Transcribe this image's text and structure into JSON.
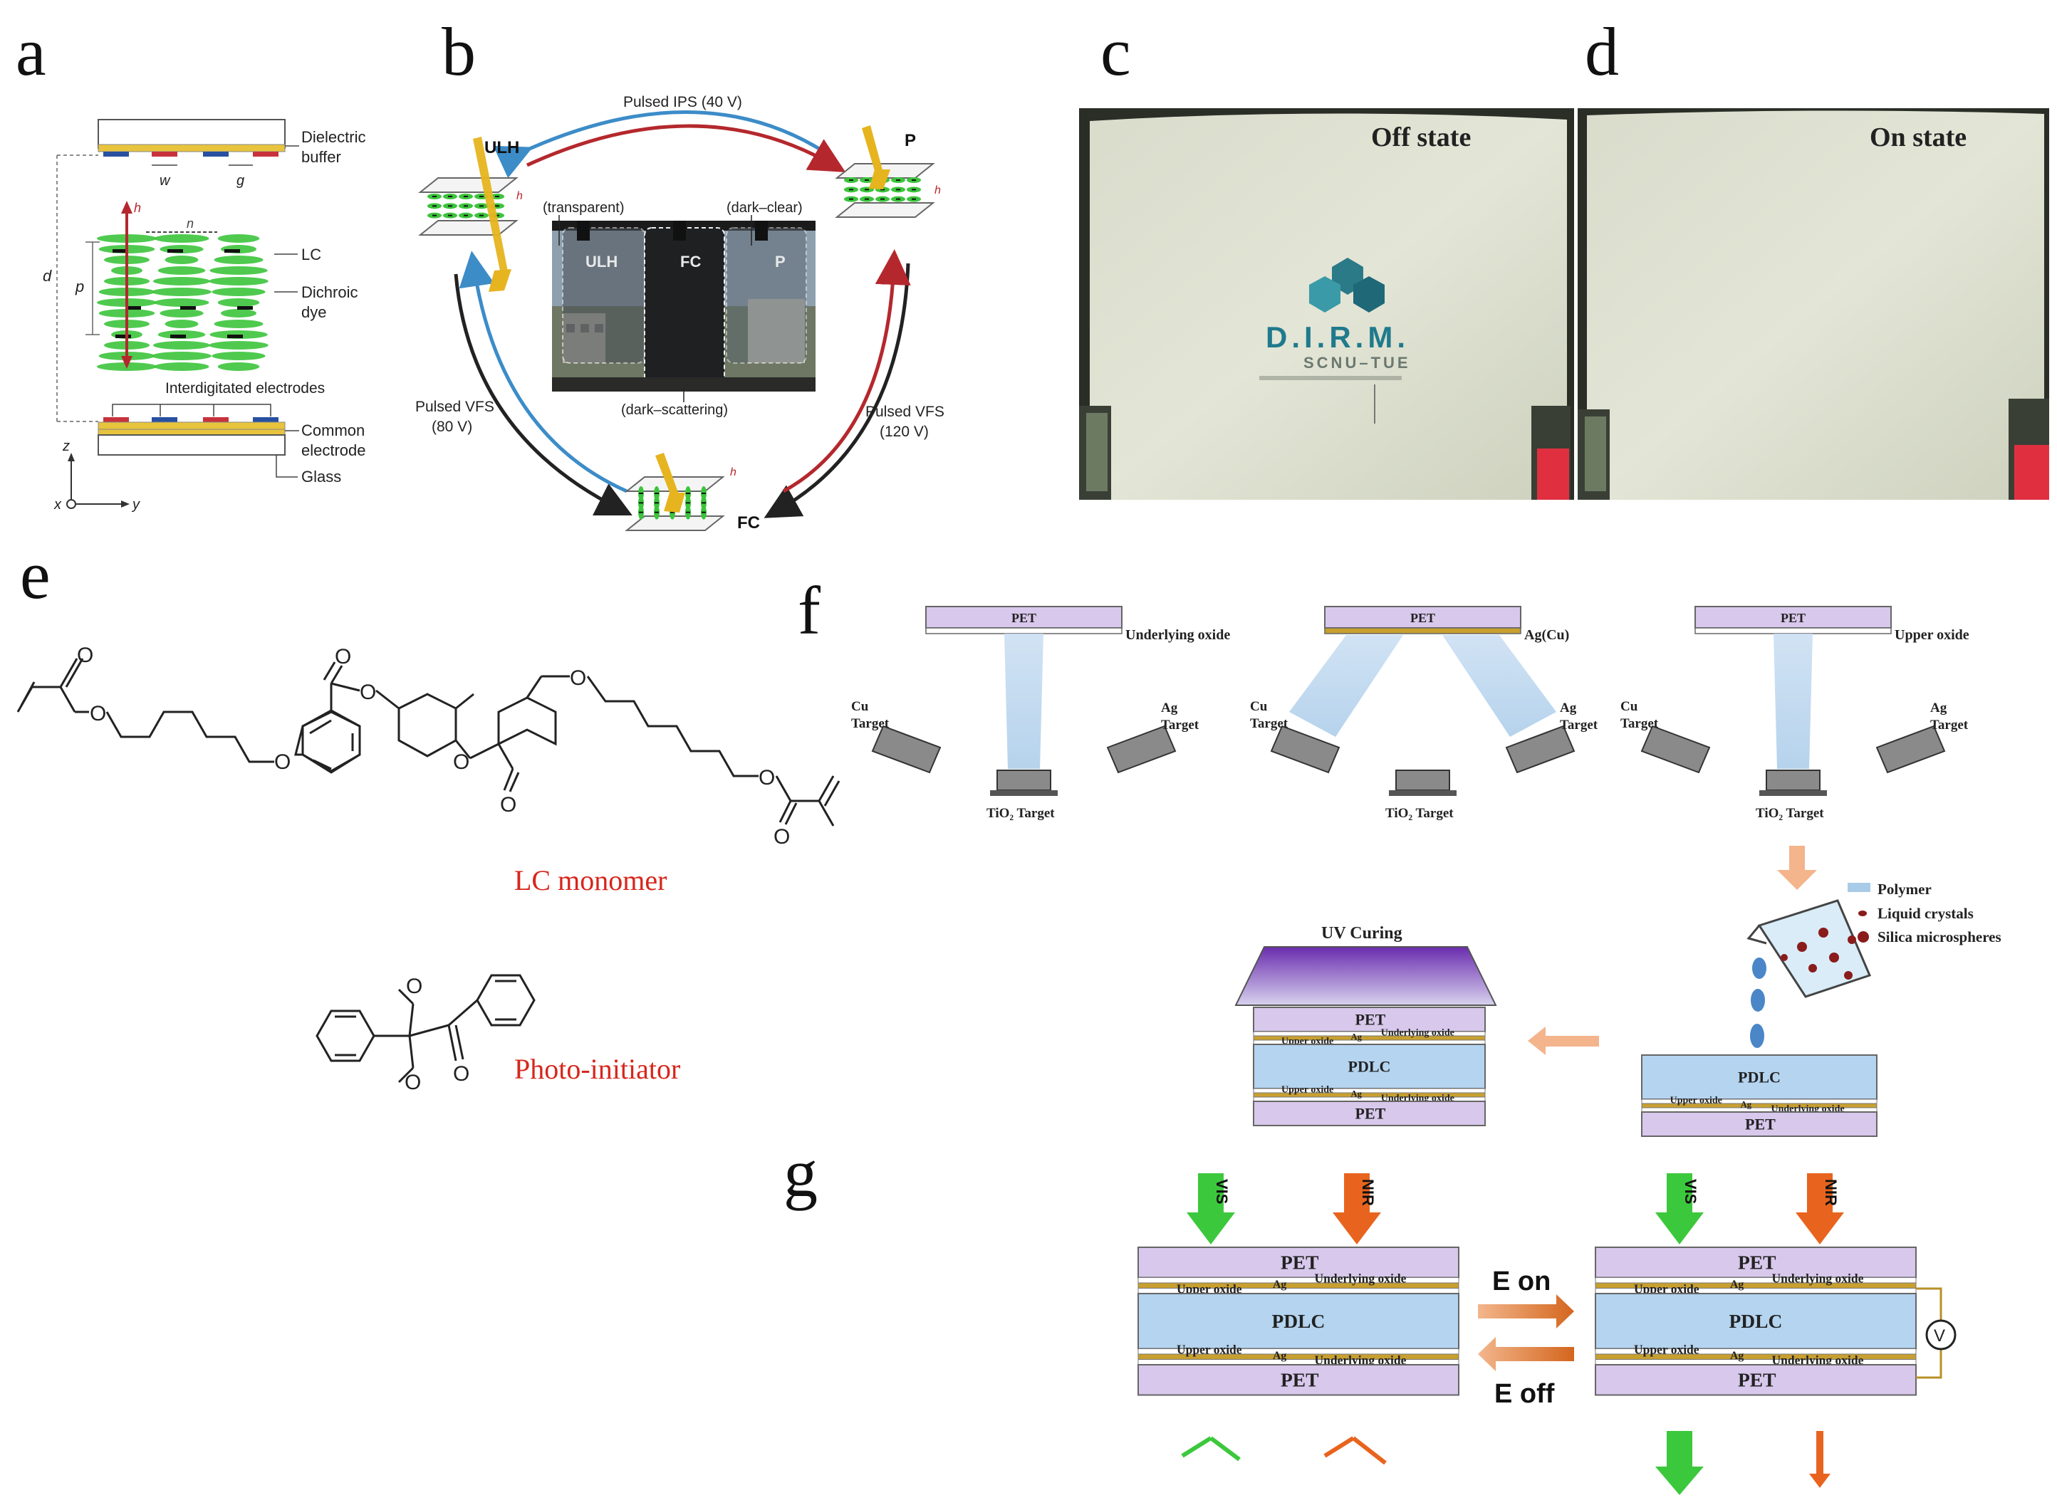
{
  "panels": {
    "a": "a",
    "b": "b",
    "c": "c",
    "d": "d",
    "e": "e",
    "f": "f",
    "g": "g"
  },
  "panel_a": {
    "dielectric": "Dielectric",
    "buffer": "buffer",
    "w": "w",
    "g": "g",
    "d": "d",
    "p": "p",
    "h_vec": "h",
    "n_vec": "n",
    "lc": "LC",
    "dichroic": "Dichroic",
    "dye": "dye",
    "interdigitated": "Interdigitated electrodes",
    "common": "Common",
    "electrode": "electrode",
    "glass": "Glass",
    "axis_z": "z",
    "axis_x": "x",
    "axis_y": "y",
    "colors": {
      "lc_green": "#3cc43c",
      "buffer_yellow": "#e8c43c",
      "electrode_red": "#c8323c",
      "electrode_blue": "#2850a0"
    }
  },
  "panel_b": {
    "pulsed_ips": "Pulsed IPS (40 V)",
    "pulsed_vfs_left": "Pulsed VFS",
    "pulsed_vfs_left_v": "(80 V)",
    "pulsed_vfs_right": "Pulsed VFS",
    "pulsed_vfs_right_v": "(120 V)",
    "ulh": "ULH",
    "p": "P",
    "fc": "FC",
    "transparent": "(transparent)",
    "dark_clear": "(dark–clear)",
    "dark_scattering": "(dark–scattering)",
    "photo_ulh": "ULH",
    "photo_fc": "FC",
    "photo_p": "P",
    "colors": {
      "arrow_blue": "#3c8cc8",
      "arrow_red": "#b4282d",
      "arrow_black": "#222222",
      "light_yellow": "#e6b41e"
    }
  },
  "panel_c": {
    "state": "Off state",
    "logo_text": "D.I.R.M.",
    "logo_sub": "SCNU–TUE"
  },
  "panel_d": {
    "state": "On state"
  },
  "panel_e": {
    "monomer_label": "LC monomer",
    "initiator_label": "Photo-initiator"
  },
  "panel_f": {
    "step1": {
      "pet": "PET",
      "layer": "Underlying oxide",
      "left_target": [
        "Cu",
        "Target"
      ],
      "right_target": [
        "Ag",
        "Target"
      ],
      "bottom_target": "TiO₂ Target"
    },
    "step2": {
      "pet": "PET",
      "layer": "Ag(Cu)",
      "left_target": [
        "Cu",
        "Target"
      ],
      "right_target": [
        "Ag",
        "Target"
      ],
      "bottom_target": "TiO₂ Target"
    },
    "step3": {
      "pet": "PET",
      "layer": "Upper oxide",
      "left_target": [
        "Cu",
        "Target"
      ],
      "right_target": [
        "Ag",
        "Target"
      ],
      "bottom_target": "TiO₂ Target"
    },
    "legend": [
      "Polymer",
      "Liquid crystals",
      "Silica microspheres"
    ],
    "uv_curing": "UV Curing",
    "stack": {
      "pet": "PET",
      "upper_oxide": "Upper oxide",
      "ag": "Ag",
      "underlying_oxide": "Underlying oxide",
      "pdlc": "PDLC"
    },
    "colors": {
      "pet": "#d8c8ec",
      "pdlc": "#b4d4f0",
      "beam": "#bcd8f0",
      "gold": "#c8a030",
      "uv": "#7a3cb4",
      "pour_arrow": "#f4b48c"
    }
  },
  "panel_g": {
    "vis": "VIS",
    "nir": "NIR",
    "e_on": "E on",
    "e_off": "E off",
    "v": "V",
    "stack": {
      "pet": "PET",
      "upper_oxide": "Upper oxide",
      "ag": "Ag",
      "underlying_oxide": "Underlying oxide",
      "pdlc": "PDLC"
    },
    "colors": {
      "vis": "#3cc83c",
      "nir": "#e8641e"
    }
  }
}
